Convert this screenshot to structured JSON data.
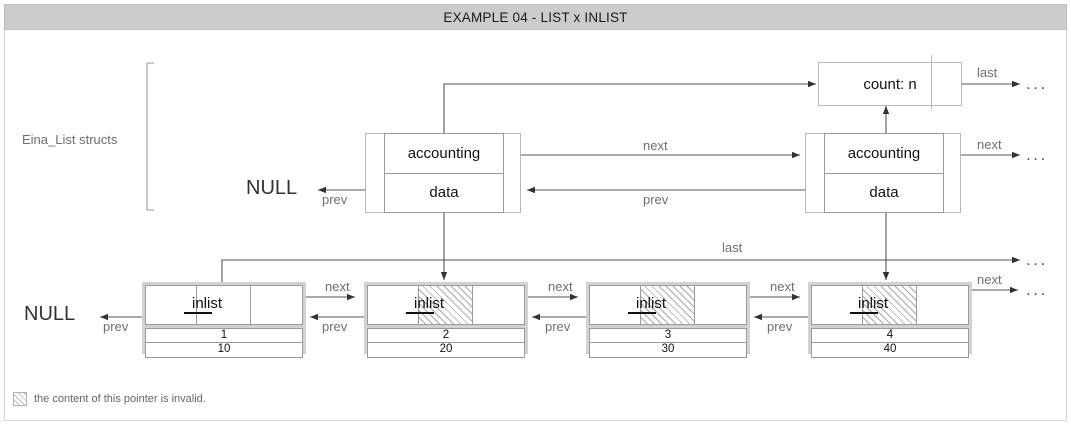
{
  "title": "EXAMPLE 04 - LIST x INLIST",
  "bracket_label": "Eina_List structs",
  "legend": {
    "text": "the content of this pointer is invalid.",
    "swatch_icon": "hatched-square-icon"
  },
  "count_box": {
    "label": "count: n",
    "out_label": "last",
    "out_target": "..."
  },
  "accounting_nodes": [
    {
      "top": "accounting",
      "bottom": "data"
    },
    {
      "top": "accounting",
      "bottom": "data"
    }
  ],
  "accounting_edges": {
    "null_left": "NULL",
    "prev_left": "prev",
    "next_mid": "next",
    "prev_mid": "prev",
    "next_right": "next",
    "next_right_target": "..."
  },
  "inlist_label": "inlist",
  "inlist_nodes": [
    {
      "label": "inlist",
      "value_a": "1",
      "value_b": "10",
      "invalid": false
    },
    {
      "label": "inlist",
      "value_a": "2",
      "value_b": "20",
      "invalid": true
    },
    {
      "label": "inlist",
      "value_a": "3",
      "value_b": "30",
      "invalid": true
    },
    {
      "label": "inlist",
      "value_a": "4",
      "value_b": "40",
      "invalid": true
    }
  ],
  "inlist_edges": {
    "null_left": "NULL",
    "prev_0": "prev",
    "next_1": "next",
    "prev_1": "prev",
    "next_2": "next",
    "prev_2": "prev",
    "next_3": "next",
    "prev_3": "prev",
    "next_4": "next",
    "next_4_target": "...",
    "last": "last",
    "last_target": "..."
  },
  "colors": {
    "titlebar_bg": "#cccccc",
    "node_frame": "#d2d2d2",
    "line": "#555555",
    "label_text": "#6f6f6f",
    "hatch": "#a8a8a8"
  }
}
